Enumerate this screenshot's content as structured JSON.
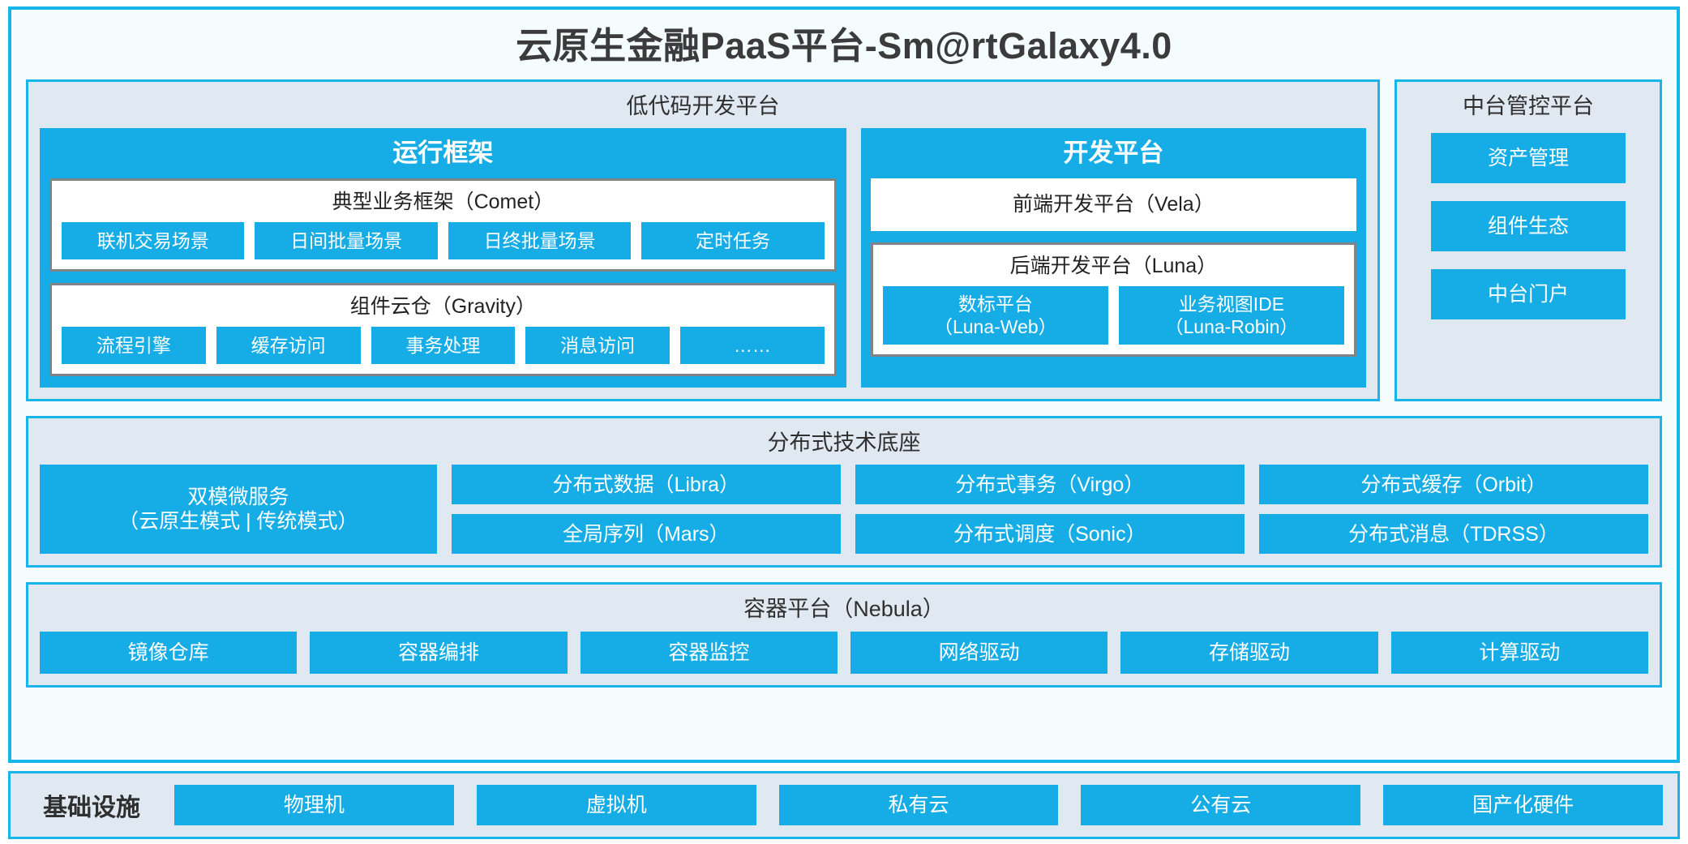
{
  "title": "云原生金融PaaS平台-Sm@rtGalaxy4.0",
  "lowcode": {
    "title": "低代码开发平台",
    "runtime": {
      "heading": "运行框架",
      "comet": {
        "title": "典型业务框架（Comet）",
        "items": [
          "联机交易场景",
          "日间批量场景",
          "日终批量场景",
          "定时任务"
        ]
      },
      "gravity": {
        "title": "组件云仓（Gravity）",
        "items": [
          "流程引擎",
          "缓存访问",
          "事务处理",
          "消息访问",
          "……"
        ]
      }
    },
    "dev": {
      "heading": "开发平台",
      "frontend": "前端开发平台（Vela）",
      "backend": {
        "title": "后端开发平台（Luna）",
        "items": [
          "数标平台\n（Luna-Web）",
          "业务视图IDE\n（Luna-Robin）"
        ]
      }
    }
  },
  "mgmt": {
    "title": "中台管控平台",
    "items": [
      "资产管理",
      "组件生态",
      "中台门户"
    ]
  },
  "distributed": {
    "title": "分布式技术底座",
    "wide": "双模微服务\n（云原生模式 | 传统模式）",
    "col1": [
      "分布式数据（Libra）",
      "全局序列（Mars）"
    ],
    "col2": [
      "分布式事务（Virgo）",
      "分布式调度（Sonic）"
    ],
    "col3": [
      "分布式缓存（Orbit）",
      "分布式消息（TDRSS）"
    ]
  },
  "container": {
    "title": "容器平台（Nebula）",
    "items": [
      "镜像仓库",
      "容器编排",
      "容器监控",
      "网络驱动",
      "存储驱动",
      "计算驱动"
    ]
  },
  "infrastructure": {
    "label": "基础设施",
    "items": [
      "物理机",
      "虚拟机",
      "私有云",
      "公有云",
      "国产化硬件"
    ]
  },
  "colors": {
    "accent": "#16ADE6",
    "border": "#18B4EA",
    "panel": "#E0E8F1",
    "page": "#F4FCFE",
    "box_border": "#808387"
  }
}
